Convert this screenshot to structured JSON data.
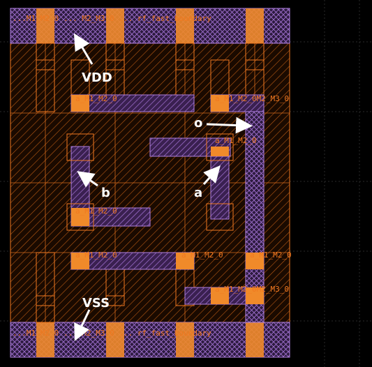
{
  "colors": {
    "background": "#000000",
    "metal1": "#f07820",
    "metal2": "#9966cc",
    "via": "#ffa030",
    "boundary": "#f07820",
    "grid": "#2a2a2a",
    "annotation": "#ffffff"
  },
  "pins": {
    "vdd": "VDD",
    "vss": "VSS",
    "a": "a",
    "b": "b",
    "o": "o"
  },
  "layer_labels": {
    "top_boundary": "...M1_M2_0 ... M2_M3_0 ... rf_fast_boundary",
    "via_left_upper": "a_M1_M2_0",
    "via_right_upper": "a_M1_M2_0M2_M3_0",
    "via_mid_right": "a_M1_M2_0",
    "via_mid_left": "a_M1_M2_0",
    "via_left_lower": "a_M1_M2_0",
    "via_mid_lower": "a_M1_M2_0",
    "via_right_lower": "a_M1_M2_0",
    "via_right_lower2": "a_M1_M2_0M2_M3_0",
    "bottom_boundary": "...M1_M2_0 ... M2_M3_0 ... rf_fast_boundary"
  }
}
